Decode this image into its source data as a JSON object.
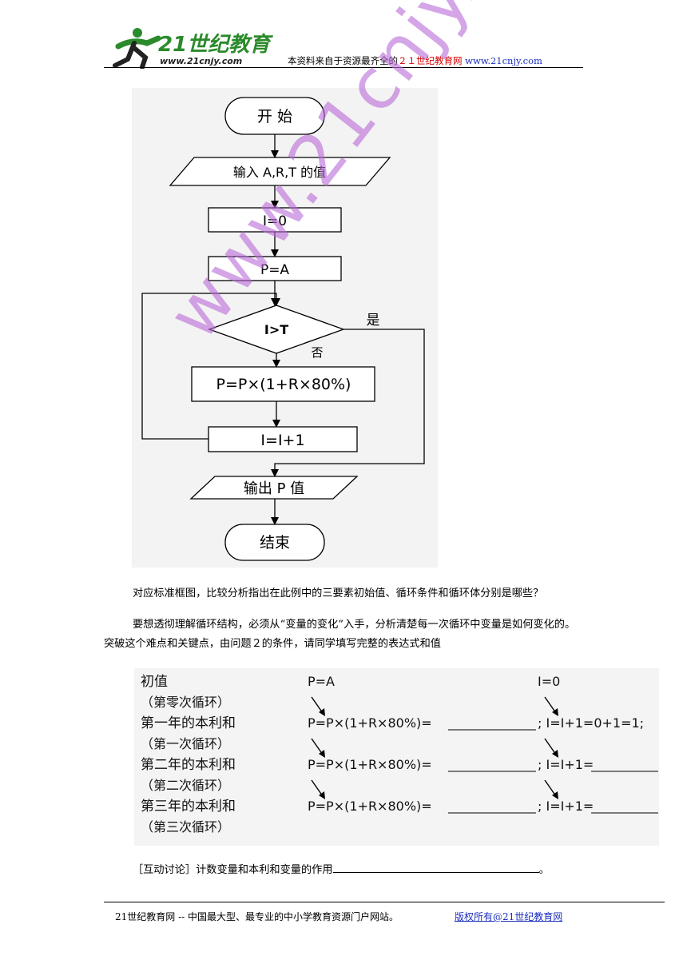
{
  "header": {
    "logo_title": "21世纪教育",
    "logo_url": "www.21cnjy.com",
    "text_prefix": "本资料来自于资源最齐全的",
    "text_site": "２１世纪教育网",
    "text_url": "www.21cnjy.com"
  },
  "flowchart": {
    "start": "开 始",
    "input": "输入 A,R,T 的值",
    "init_i": "I=0",
    "init_p": "P=A",
    "condition": "I>T",
    "yes_label": "是",
    "no_label": "否",
    "body": "P=P×(1+R×80%)",
    "increment": "I=I+1",
    "output": "输出 P 值",
    "end": "结束"
  },
  "watermark": "www.21cnjy.com",
  "paragraphs": {
    "p1": "对应标准框图，比较分析指出在此例中的三要素初始值、循环条件和循环体分别是哪些？",
    "p2a": "要想透彻理解循环结构，必须从“变量的变化”入手，分析清楚每一次循环中变量是如何变化的。",
    "p2b": "突破这个难点和关键点，由问题２的条件，请同学填写完整的表达式和值"
  },
  "table": {
    "rows": [
      {
        "label": "初值",
        "sub": "（第零次循环）",
        "p_expr": "P=A",
        "i_expr": "I=0"
      },
      {
        "label": "第一年的本利和",
        "sub": "（第一次循环）",
        "p_expr": "P=P×(1+R×80%)=",
        "i_expr": "; I=I+1=0+1=1;"
      },
      {
        "label": "第二年的本利和",
        "sub": "（第二次循环）",
        "p_expr": "P=P×(1+R×80%)=",
        "i_expr": "; I=I+1="
      },
      {
        "label": "第三年的本利和",
        "sub": "（第三次循环）",
        "p_expr": "P=P×(1+R×80%)=",
        "i_expr": "; I=I+1="
      }
    ]
  },
  "discussion": {
    "prefix": "［互动讨论］计数变量和本利和变量的作用",
    "suffix": "。"
  },
  "footer": {
    "left": "21世纪教育网 -- 中国最大型、最专业的中小学教育资源门户网站。",
    "right": "版权所有@21世纪教育网"
  }
}
